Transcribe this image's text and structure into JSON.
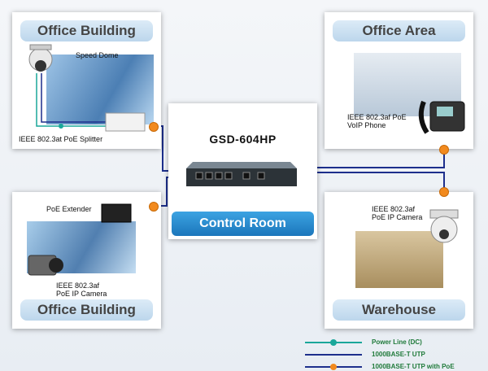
{
  "panels": {
    "top_left": {
      "title": "Office Building",
      "device_top": "Speed Dome",
      "device_bottom": "IEEE 802.3at PoE Splitter"
    },
    "top_right": {
      "title": "Office Area",
      "device": "IEEE 802.3af PoE\nVoIP Phone"
    },
    "bottom_left": {
      "title": "Office Building",
      "device_top": "PoE Extender",
      "device_bottom": "IEEE 802.3af\nPoE IP Camera"
    },
    "bottom_right": {
      "title": "Warehouse",
      "device": "IEEE 802.3af\nPoE IP Camera"
    }
  },
  "center": {
    "model": "GSD-604HP",
    "room": "Control Room"
  },
  "legend": [
    {
      "label": "Power Line (DC)",
      "color": "#1aa79a"
    },
    {
      "label": "1000BASE-T UTP",
      "color": "#1d2f8c"
    },
    {
      "label": "1000BASE-T UTP with PoE",
      "color": "#1d2f8c"
    }
  ],
  "colors": {
    "utp": "#1d2f8c",
    "power": "#1aa79a",
    "poe_badge": "#f28a1e",
    "accent": "#1b76bb"
  }
}
